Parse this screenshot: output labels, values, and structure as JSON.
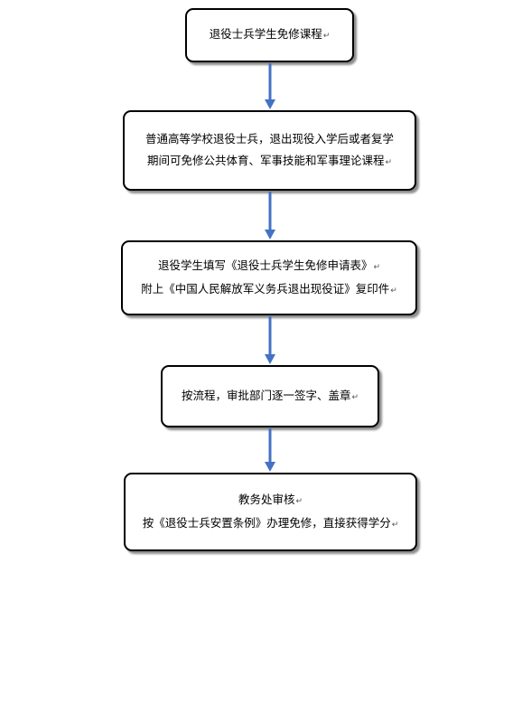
{
  "flowchart": {
    "steps": [
      {
        "lines": [
          "退役士兵学生免修课程"
        ]
      },
      {
        "lines": [
          "普通高等学校退役士兵，退出现役入学后或者复学",
          "期间可免修公共体育、军事技能和军事理论课程"
        ]
      },
      {
        "lines": [
          "退役学生填写《退役士兵学生免修申请表》",
          "附上《中国人民解放军义务兵退出现役证》复印件"
        ]
      },
      {
        "lines": [
          "按流程，审批部门逐一签字、盖章"
        ]
      },
      {
        "lines": [
          "教务处审核",
          "按《退役士兵安置条例》办理免修，直接获得学分"
        ]
      }
    ],
    "paragraph_mark": "↵",
    "arrow_color": "#4472C4"
  }
}
